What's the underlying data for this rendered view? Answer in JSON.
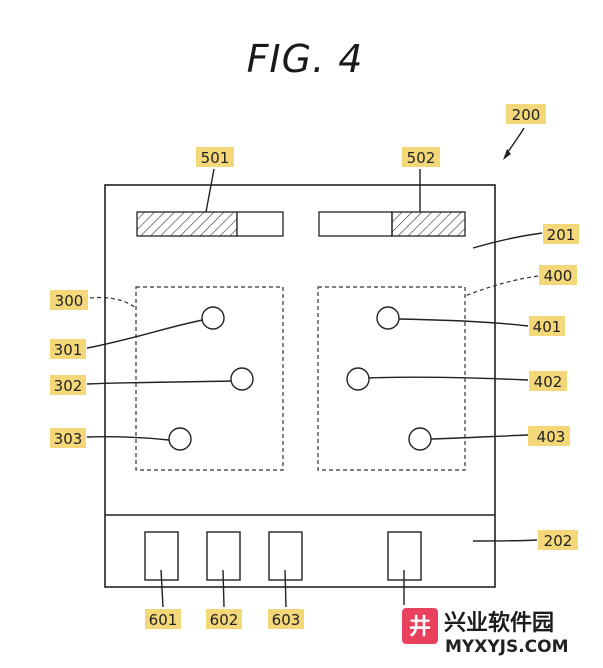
{
  "figure": {
    "title": "FIG. 4"
  },
  "labels": {
    "device": "200",
    "upper_region": "201",
    "lower_region": "202",
    "group_left": "300",
    "group_right": "400",
    "c301": "301",
    "c302": "302",
    "c303": "303",
    "c401": "401",
    "c402": "402",
    "c403": "403",
    "bar_left": "501",
    "bar_right": "502",
    "key601": "601",
    "key602": "602",
    "key603": "603"
  },
  "watermark": {
    "brand": "兴业软件园",
    "site": "MYXYJS.COM",
    "icon_glyph": "井"
  },
  "colors": {
    "highlight": "#f3d36a",
    "watermark_icon": "#e8415e"
  }
}
